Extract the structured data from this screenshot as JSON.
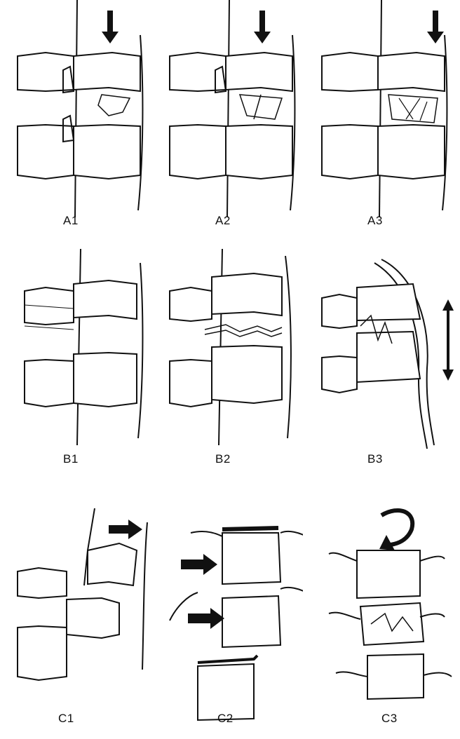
{
  "figure": {
    "panels": [
      {
        "id": "A1",
        "label": "A1",
        "force": "axial-compression"
      },
      {
        "id": "A2",
        "label": "A2",
        "force": "axial-compression"
      },
      {
        "id": "A3",
        "label": "A3",
        "force": "axial-compression"
      },
      {
        "id": "B1",
        "label": "B1",
        "force": "flexion-distraction"
      },
      {
        "id": "B2",
        "label": "B2",
        "force": "flexion-distraction"
      },
      {
        "id": "B3",
        "label": "B3",
        "force": "hyperextension-distraction"
      },
      {
        "id": "C1",
        "label": "C1",
        "force": "anterior-translation"
      },
      {
        "id": "C2",
        "label": "C2",
        "force": "lateral-shear"
      },
      {
        "id": "C3",
        "label": "C3",
        "force": "axial-rotation"
      }
    ],
    "colors": {
      "ink": "#111111",
      "background": "#ffffff"
    }
  }
}
